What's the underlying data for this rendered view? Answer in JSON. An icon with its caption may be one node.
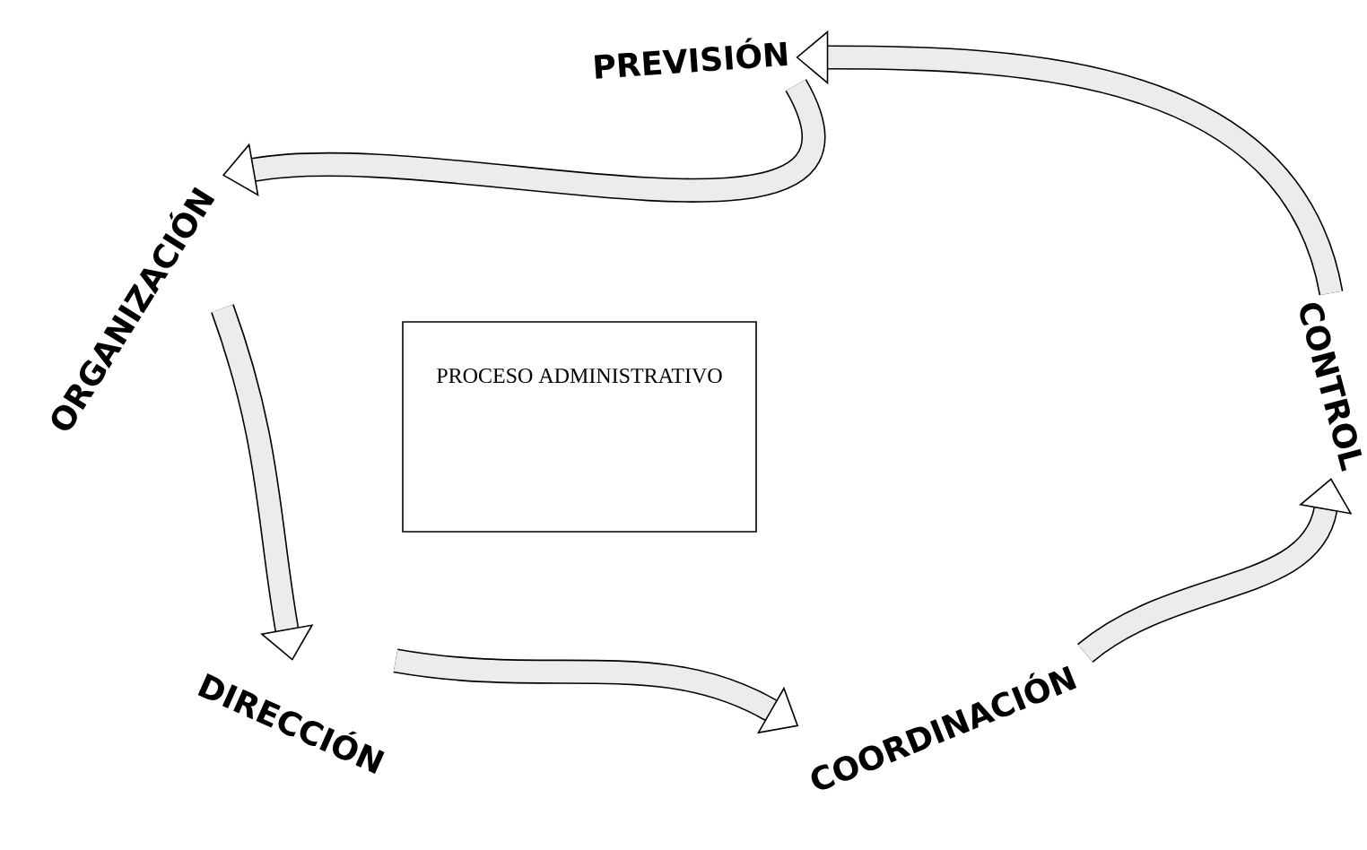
{
  "diagram": {
    "nodes": [
      {
        "text": [
          "PREVISIÓN"
        ]
      },
      {
        "text": [
          "ORGANIZACIÓN"
        ]
      },
      {
        "text": [
          "DIRECCIÓN"
        ]
      },
      {
        "text": [
          "COORDINACIÓN"
        ]
      },
      {
        "text": [
          "CONTROL"
        ]
      },
      {
        "text": [
          "PROCESO ADMINISTRATIVO"
        ]
      }
    ],
    "edges": [
      {
        "from": 0,
        "to": 1,
        "arrow": "to"
      },
      {
        "from": 1,
        "to": 2,
        "arrow": "to"
      },
      {
        "from": 2,
        "to": 3,
        "arrow": "to"
      },
      {
        "from": 3,
        "to": 4,
        "arrow": "to"
      },
      {
        "from": 4,
        "to": 0,
        "arrow": "to"
      }
    ]
  }
}
